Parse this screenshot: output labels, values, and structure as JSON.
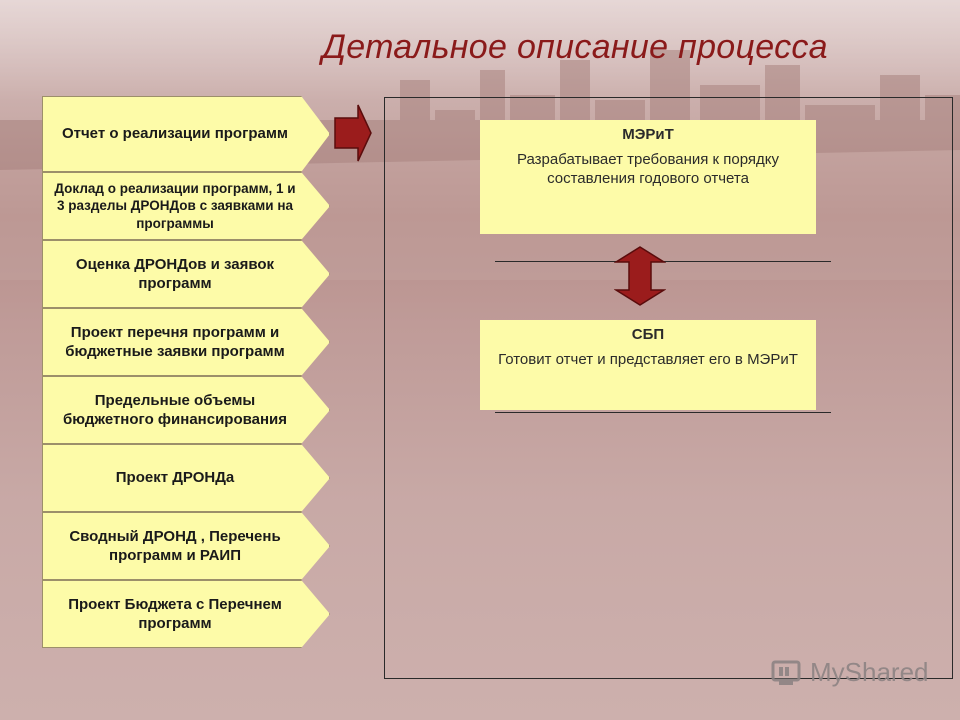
{
  "title": "Детальное описание процесса",
  "steps": [
    "Отчет о реализации программ",
    "Доклад о реализации программ, 1 и 3 разделы ДРОНДов с заявками на программы",
    "Оценка ДРОНДов и заявок программ",
    "Проект перечня программ и бюджетные заявки программ",
    "Предельные объемы бюджетного финансирования",
    "Проект ДРОНДа",
    "Сводный ДРОНД , Перечень программ и РАИП",
    "Проект Бюджета с Перечнем программ"
  ],
  "card_top": {
    "heading": "МЭРиТ",
    "body": "Разрабатывает требования к порядку составления годового отчета"
  },
  "card_bottom": {
    "heading": "СБП",
    "body": "Готовит отчет и представляет его в МЭРиТ"
  },
  "watermark": "MyShared",
  "colors": {
    "step_fill": "#fdfba8",
    "arrow": "#9b1c1c",
    "title": "#8a1a1a"
  },
  "icons": [
    "pointer-arrow-icon",
    "double-vertical-arrow-icon",
    "myshared-logo-icon"
  ]
}
